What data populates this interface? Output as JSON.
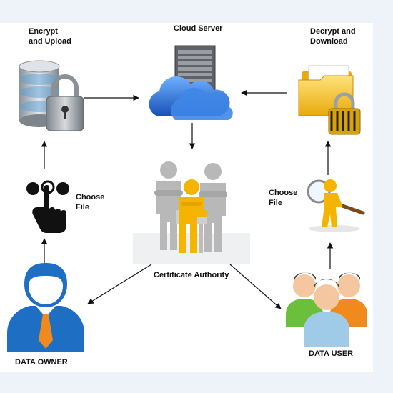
{
  "nodes": {
    "encrypt_upload": {
      "label": "Encrypt\nand Upload"
    },
    "cloud_server": {
      "label": "Cloud Server"
    },
    "decrypt_download": {
      "label": "Decrypt and\nDownload"
    },
    "choose_file_owner": {
      "label": "Choose\nFile"
    },
    "choose_file_user": {
      "label": "Choose\nFile"
    },
    "certificate_authority": {
      "label": "Certificate Authority"
    },
    "data_owner": {
      "label": "DATA OWNER"
    },
    "data_user": {
      "label": "DATA USER"
    }
  },
  "edges": [
    {
      "from": "encrypt_upload",
      "to": "cloud_server"
    },
    {
      "from": "decrypt_download",
      "to": "cloud_server"
    },
    {
      "from": "cloud_server",
      "to": "certificate_authority"
    },
    {
      "from": "choose_file_owner",
      "to": "encrypt_upload"
    },
    {
      "from": "data_owner",
      "to": "choose_file_owner"
    },
    {
      "from": "choose_file_user",
      "to": "decrypt_download"
    },
    {
      "from": "data_user",
      "to": "choose_file_user"
    },
    {
      "from": "certificate_authority",
      "to": "data_owner"
    },
    {
      "from": "certificate_authority",
      "to": "data_user"
    }
  ],
  "colors": {
    "owner_blue": "#1e6fc4",
    "tie_orange": "#f08a1c",
    "cloud_blue": "#2a6fd6",
    "ca_gold": "#f4b400",
    "person_grey": "#b8b8b8",
    "lock_silver": "#a9aeb4",
    "folder_yellow": "#f5c518",
    "user_green": "#6cbf3a"
  },
  "icons": {
    "encrypt_upload": "database-lock-icon",
    "cloud_server": "cloud-server-icon",
    "decrypt_download": "folder-lock-icon",
    "choose_file_owner": "touch-hand-icon",
    "choose_file_user": "magnifier-person-icon",
    "certificate_authority": "meeting-people-icon",
    "data_owner": "businessman-icon",
    "data_user": "user-group-icon"
  }
}
